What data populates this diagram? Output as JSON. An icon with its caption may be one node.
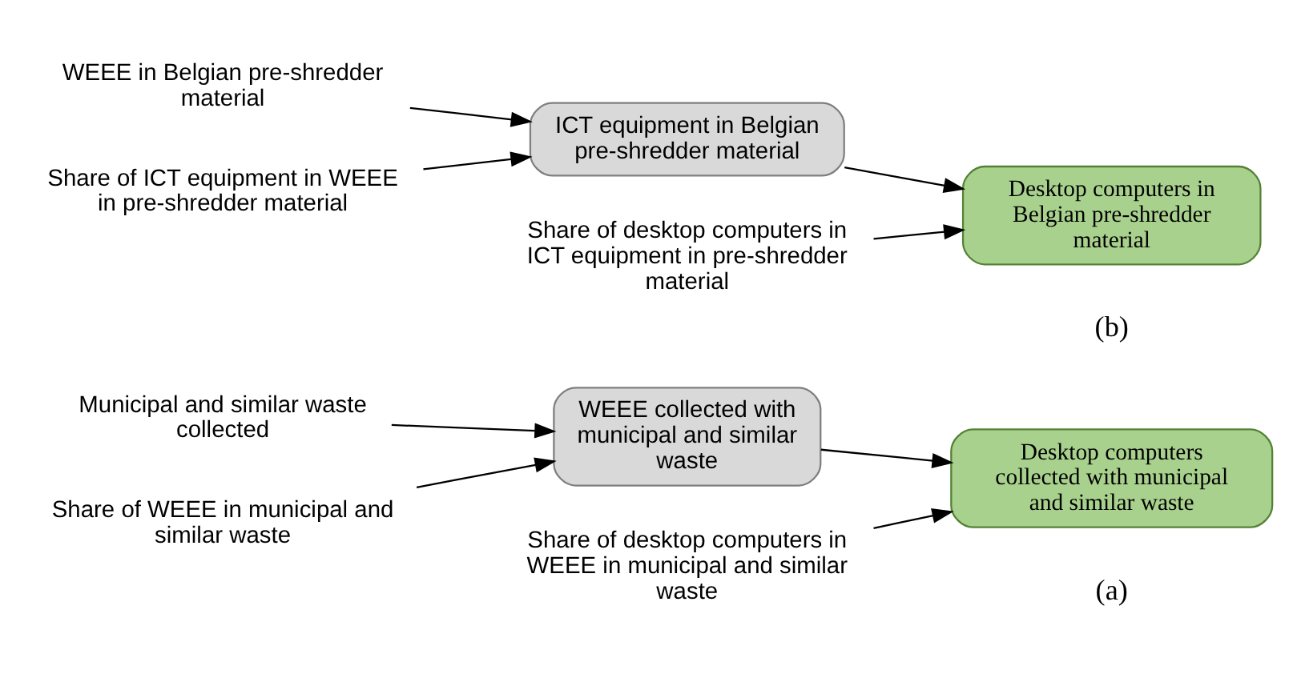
{
  "diagram": {
    "nodes": [
      {
        "text": [
          "Municipal and similar waste collected"
        ]
      },
      {
        "text": [
          "Share of WEEE in municipal and similar waste"
        ]
      },
      {
        "text": [
          "WEEE collected with municipal and similar waste"
        ]
      },
      {
        "text": [
          "Desktop computers collected with municipal and similar waste"
        ]
      },
      {
        "text": [
          "Share of desktop computers in WEEE in municipal and similar waste"
        ]
      },
      {
        "text": [
          "WEEE in Belgian pre-shredder material"
        ]
      },
      {
        "text": [
          "Share of ICT equipment in WEEE in pre-shredder material"
        ]
      },
      {
        "text": [
          "ICT equipment in Belgian pre-shredder material"
        ]
      },
      {
        "text": [
          "Desktop computers in Belgian pre-shredder material"
        ]
      },
      {
        "text": [
          "Share of desktop computers in ICT equipment in pre-shredder material"
        ]
      }
    ],
    "edges": [
      {
        "from": 0,
        "to": 2,
        "arrow": "to"
      },
      {
        "from": 1,
        "to": 2,
        "arrow": "to"
      },
      {
        "from": 2,
        "to": 3,
        "arrow": "to"
      },
      {
        "from": 4,
        "to": 3,
        "arrow": "to"
      },
      {
        "from": 5,
        "to": 7,
        "arrow": "to"
      },
      {
        "from": 6,
        "to": 7,
        "arrow": "to"
      },
      {
        "from": 7,
        "to": 8,
        "arrow": "to"
      },
      {
        "from": 9,
        "to": 8,
        "arrow": "to"
      }
    ],
    "labels": [
      "(a)",
      "(b)"
    ]
  }
}
